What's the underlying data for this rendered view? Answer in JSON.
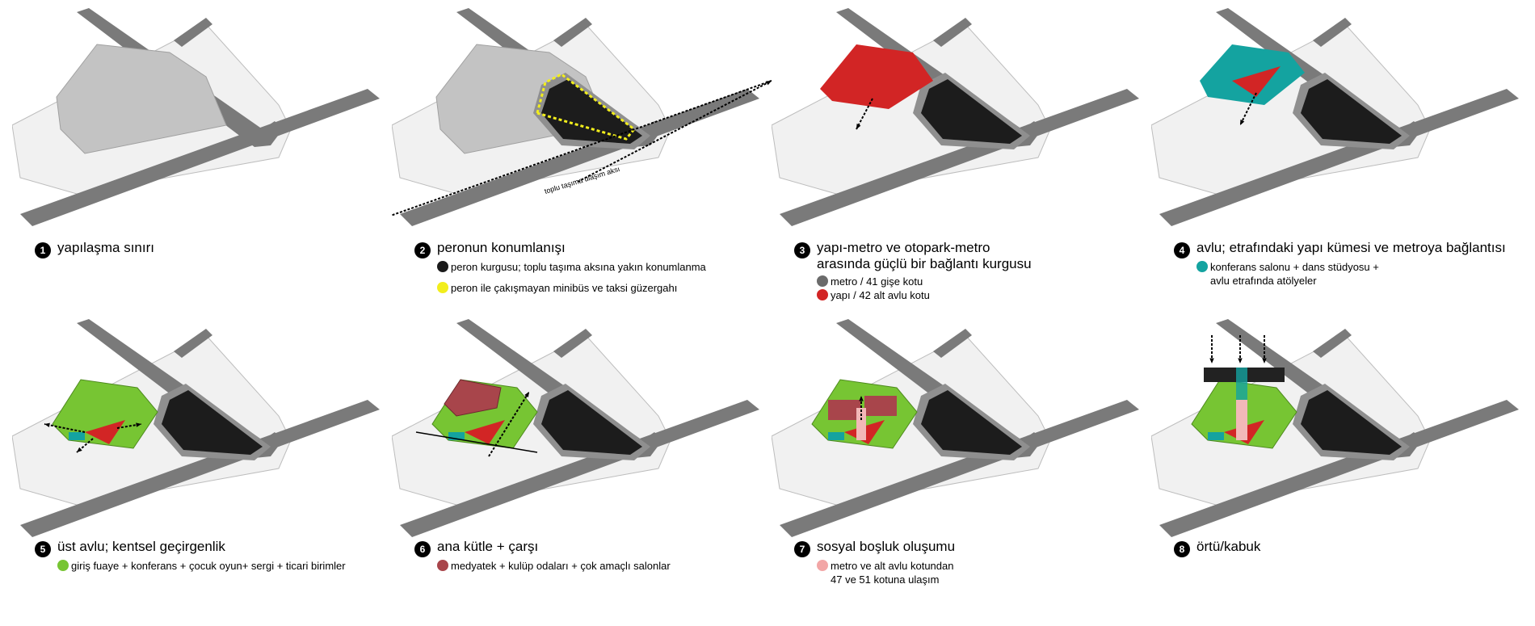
{
  "panels": [
    {
      "num": "1",
      "title": "yapılaşma sınırı",
      "title2": "",
      "subs": []
    },
    {
      "num": "2",
      "title": "peronun konumlanışı",
      "title2": "",
      "subs": [
        {
          "color": "#1a1a1a",
          "text": "peron kurgusu; toplu taşıma aksına yakın konumlanma"
        },
        {
          "color": "#f2ee1c",
          "text": "peron ile çakışmayan minibüs ve taksi güzergahı"
        }
      ],
      "axis_label": "toplu taşıma ulaşım aksı"
    },
    {
      "num": "3",
      "title": "yapı-metro ve otopark-metro",
      "title2": "arasında güçlü bir bağlantı kurgusu",
      "subs": [
        {
          "color": "#6b6b6b",
          "text": "metro / 41 gişe kotu"
        },
        {
          "color": "#d22525",
          "text": "yapı / 42 alt avlu kotu"
        }
      ]
    },
    {
      "num": "4",
      "title": "avlu; etrafındaki yapı kümesi ve metroya bağlantısı",
      "title2": "",
      "subs": [
        {
          "color": "#14a3a0",
          "text": "konferans salonu + dans stüdyosu +"
        },
        {
          "color": "",
          "text": "avlu etrafında atölyeler"
        }
      ]
    },
    {
      "num": "5",
      "title": "üst avlu; kentsel geçirgenlik",
      "title2": "",
      "subs": [
        {
          "color": "#77c533",
          "text": "giriş fuaye + konferans + çocuk oyun+ sergi + ticari birimler"
        }
      ]
    },
    {
      "num": "6",
      "title": "ana kütle + çarşı",
      "title2": "",
      "subs": [
        {
          "color": "#a8454b",
          "text": "medyatek + kulüp odaları + çok amaçlı salonlar"
        }
      ]
    },
    {
      "num": "7",
      "title": "sosyal boşluk oluşumu",
      "title2": "",
      "subs": [
        {
          "color": "#f2a6a6",
          "text": "metro ve alt avlu kotundan"
        },
        {
          "color": "",
          "text": "47 ve 51 kotuna ulaşım"
        }
      ]
    },
    {
      "num": "8",
      "title": "örtü/kabuk",
      "title2": "",
      "subs": []
    }
  ],
  "colors": {
    "road": "#7a7a7a",
    "ground": "#f1f1f1",
    "site": "#c3c3c3",
    "platform": "#1c1c1c",
    "metro_red": "#d22525",
    "teal": "#14a3a0",
    "green": "#77c533",
    "mass": "#a8454b",
    "pink": "#f2b8b8",
    "yellow": "#f2ee1c"
  }
}
